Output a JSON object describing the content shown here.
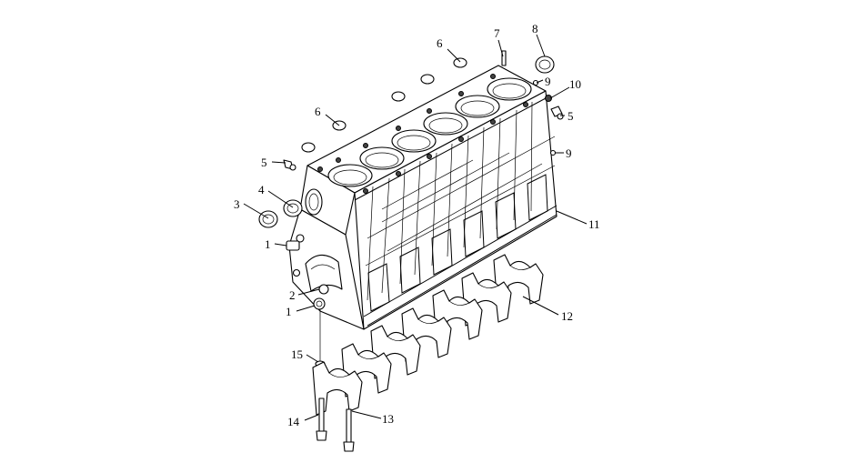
{
  "callouts": [
    {
      "id": "1a",
      "label": "1"
    },
    {
      "id": "1b",
      "label": "1"
    },
    {
      "id": "2",
      "label": "2"
    },
    {
      "id": "3",
      "label": "3"
    },
    {
      "id": "4",
      "label": "4"
    },
    {
      "id": "5a",
      "label": "5"
    },
    {
      "id": "5b",
      "label": "5"
    },
    {
      "id": "6a",
      "label": "6"
    },
    {
      "id": "6b",
      "label": "6"
    },
    {
      "id": "7",
      "label": "7"
    },
    {
      "id": "8",
      "label": "8"
    },
    {
      "id": "9a",
      "label": "9"
    },
    {
      "id": "9b",
      "label": "9"
    },
    {
      "id": "10",
      "label": "10"
    },
    {
      "id": "11",
      "label": "11"
    },
    {
      "id": "12",
      "label": "12"
    },
    {
      "id": "13",
      "label": "13"
    },
    {
      "id": "14",
      "label": "14"
    },
    {
      "id": "15",
      "label": "15"
    }
  ]
}
